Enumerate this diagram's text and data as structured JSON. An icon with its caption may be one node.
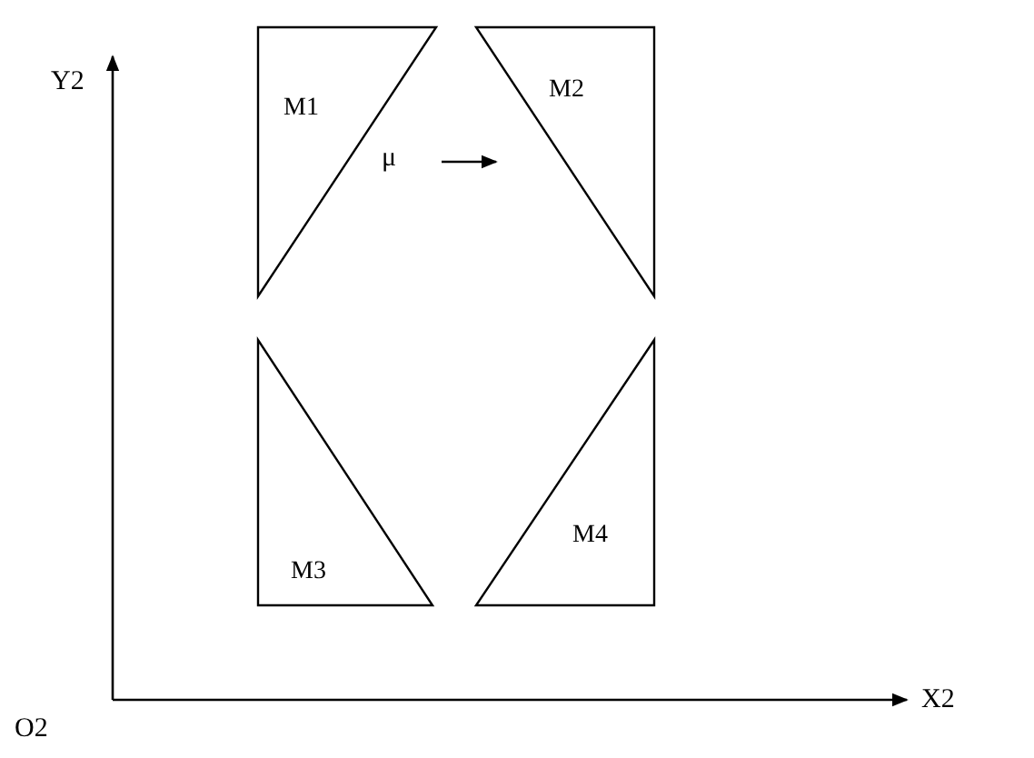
{
  "diagram": {
    "nodes": [
      {
        "text": [
          "M1"
        ]
      },
      {
        "text": [
          "M2"
        ]
      },
      {
        "text": [
          "M3"
        ]
      },
      {
        "text": [
          "M4"
        ]
      }
    ],
    "labels": [
      "Y2",
      "μ",
      "X2",
      "O2"
    ]
  }
}
